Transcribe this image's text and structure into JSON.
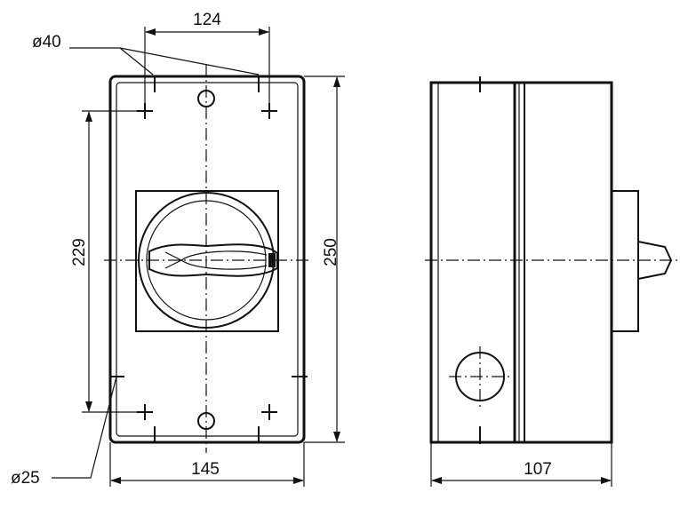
{
  "dimensions": {
    "hole_spacing_top": "124",
    "top_hole_diameter": "ø40",
    "height_mounting": "229",
    "height_overall": "250",
    "width_front": "145",
    "depth_side": "107",
    "bottom_hole_diameter": "ø25"
  }
}
